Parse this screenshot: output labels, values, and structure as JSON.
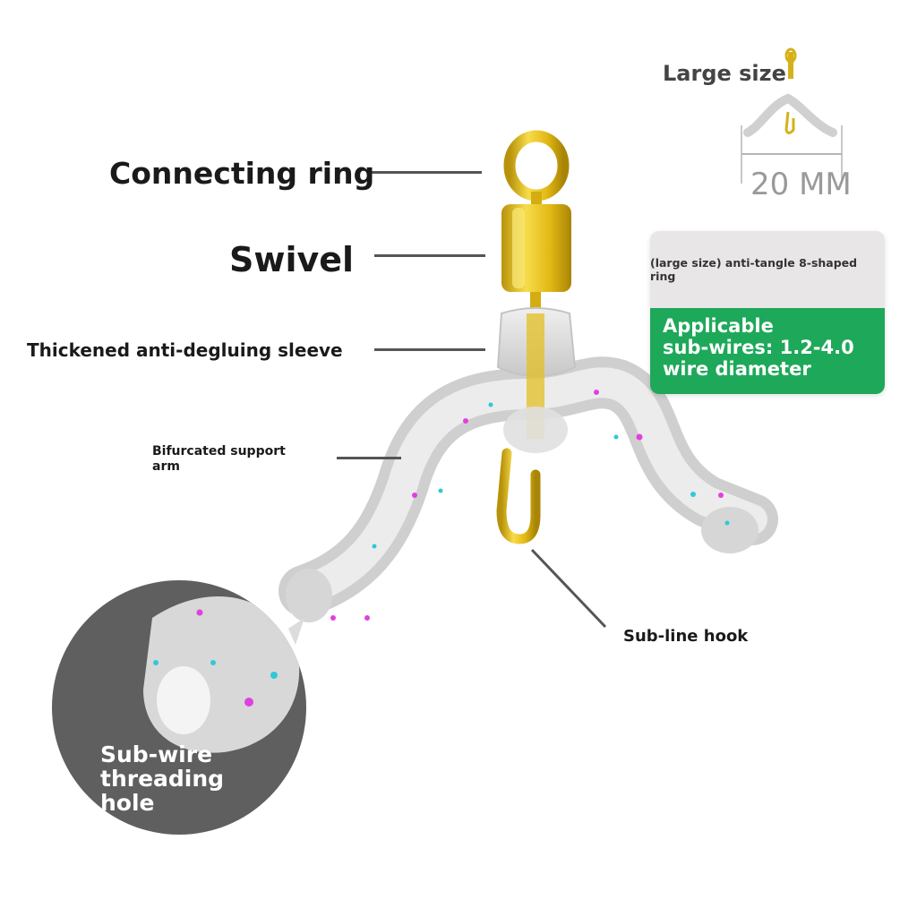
{
  "labels": {
    "connecting_ring": "Connecting ring",
    "swivel": "Swivel",
    "sleeve": "Thickened anti-degluing sleeve",
    "support_arm_line1": "Bifurcated support",
    "support_arm_line2": "arm",
    "sub_line_hook": "Sub-line hook"
  },
  "inset": {
    "title": "Large size",
    "dimension": "20 MM"
  },
  "badge": {
    "caption": "(large size) anti-tangle 8-shaped ring",
    "line1": "Applicable",
    "line2": "sub-wires: 1.2-4.0",
    "line3": "wire diameter",
    "color": "#1ea85a"
  },
  "zoom": {
    "line1": "Sub-wire",
    "line2": "threading",
    "line3": "hole"
  },
  "colors": {
    "brass": "#e8c21c",
    "plastic": "#d9d9d9",
    "zoom_circle": "#5f5f5f"
  }
}
